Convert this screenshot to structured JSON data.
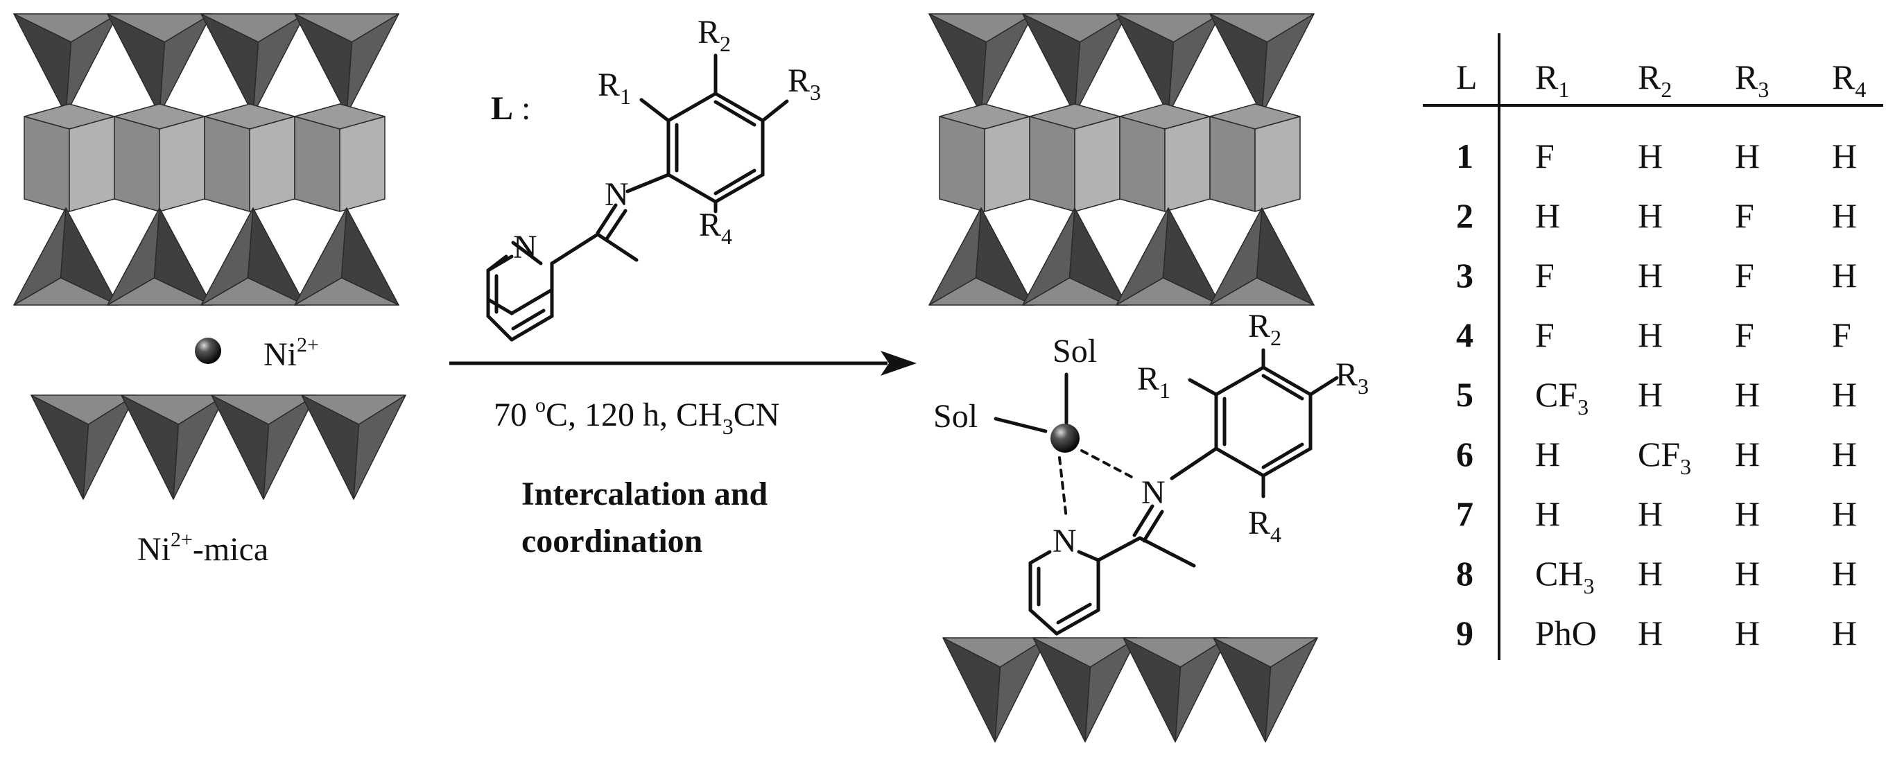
{
  "left_label": {
    "prefix": "Ni",
    "sup": "2+",
    "suffix": "-mica"
  },
  "ion_label": {
    "base": "Ni",
    "sup": "2+"
  },
  "ligand": {
    "L_label": "L",
    "L_colon": ":",
    "R1": {
      "b": "R",
      "s": "1"
    },
    "R2": {
      "b": "R",
      "s": "2"
    },
    "R3": {
      "b": "R",
      "s": "3"
    },
    "R4": {
      "b": "R",
      "s": "4"
    },
    "N_imine": "N",
    "N_pyridine": "N"
  },
  "conditions": {
    "temp": "70 ",
    "deg": "o",
    "rest": "C, 120 h, CH",
    "sub3": "3",
    "cn": "CN"
  },
  "process": {
    "line1": "Intercalation and",
    "line2": "coordination"
  },
  "product": {
    "sol1": "Sol",
    "sol2": "Sol",
    "R1": {
      "b": "R",
      "s": "1"
    },
    "R2": {
      "b": "R",
      "s": "2"
    },
    "R3": {
      "b": "R",
      "s": "3"
    },
    "R4": {
      "b": "R",
      "s": "4"
    },
    "N_imine": "N",
    "N_pyridine": "N"
  },
  "table": {
    "headers": [
      {
        "b": "L",
        "s": ""
      },
      {
        "b": "R",
        "s": "1"
      },
      {
        "b": "R",
        "s": "2"
      },
      {
        "b": "R",
        "s": "3"
      },
      {
        "b": "R",
        "s": "4"
      }
    ],
    "rows": [
      [
        {
          "b": "1",
          "s": ""
        },
        {
          "b": "F",
          "s": ""
        },
        {
          "b": "H",
          "s": ""
        },
        {
          "b": "H",
          "s": ""
        },
        {
          "b": "H",
          "s": ""
        }
      ],
      [
        {
          "b": "2",
          "s": ""
        },
        {
          "b": "H",
          "s": ""
        },
        {
          "b": "H",
          "s": ""
        },
        {
          "b": "F",
          "s": ""
        },
        {
          "b": "H",
          "s": ""
        }
      ],
      [
        {
          "b": "3",
          "s": ""
        },
        {
          "b": "F",
          "s": ""
        },
        {
          "b": "H",
          "s": ""
        },
        {
          "b": "F",
          "s": ""
        },
        {
          "b": "H",
          "s": ""
        }
      ],
      [
        {
          "b": "4",
          "s": ""
        },
        {
          "b": "F",
          "s": ""
        },
        {
          "b": "H",
          "s": ""
        },
        {
          "b": "F",
          "s": ""
        },
        {
          "b": "F",
          "s": ""
        }
      ],
      [
        {
          "b": "5",
          "s": ""
        },
        {
          "b": "CF",
          "s": "3"
        },
        {
          "b": "H",
          "s": ""
        },
        {
          "b": "H",
          "s": ""
        },
        {
          "b": "H",
          "s": ""
        }
      ],
      [
        {
          "b": "6",
          "s": ""
        },
        {
          "b": "H",
          "s": ""
        },
        {
          "b": "CF",
          "s": "3"
        },
        {
          "b": "H",
          "s": ""
        },
        {
          "b": "H",
          "s": ""
        }
      ],
      [
        {
          "b": "7",
          "s": ""
        },
        {
          "b": "H",
          "s": ""
        },
        {
          "b": "H",
          "s": ""
        },
        {
          "b": "H",
          "s": ""
        },
        {
          "b": "H",
          "s": ""
        }
      ],
      [
        {
          "b": "8",
          "s": ""
        },
        {
          "b": "CH",
          "s": "3"
        },
        {
          "b": "H",
          "s": ""
        },
        {
          "b": "H",
          "s": ""
        },
        {
          "b": "H",
          "s": ""
        }
      ],
      [
        {
          "b": "9",
          "s": ""
        },
        {
          "b": "PhO",
          "s": ""
        },
        {
          "b": "H",
          "s": ""
        },
        {
          "b": "H",
          "s": ""
        },
        {
          "b": "H",
          "s": ""
        }
      ]
    ]
  },
  "colors": {
    "dark": "#3f3f3f",
    "mid": "#5c5c5c",
    "light": "#8a8a8a",
    "pale": "#b2b2b2",
    "ink": "#111111"
  }
}
